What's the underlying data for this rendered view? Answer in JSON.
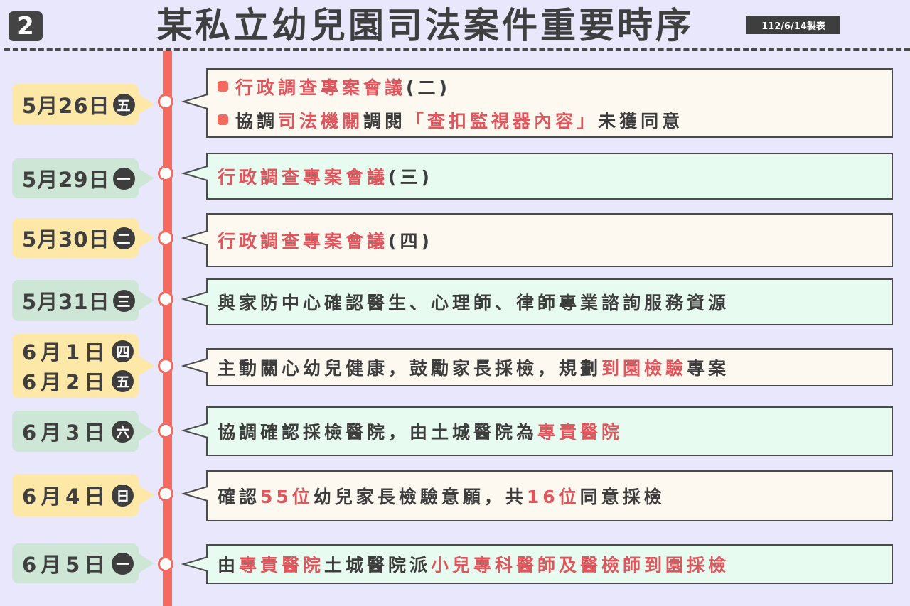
{
  "header": {
    "number": "2",
    "title": "某私立幼兒園司法案件重要時序",
    "date_tag": "112/6/14製表"
  },
  "colors": {
    "accent_red": "#f46a5f",
    "text_red": "#e0565c",
    "pill_yellow": "#fde8a8",
    "pill_green": "#cde6d6"
  },
  "events": [
    {
      "date": "5月26日",
      "dow": "五",
      "lines": [
        [
          {
            "t": "行政調查專案會議",
            "hl": true
          },
          {
            "t": "(二)"
          }
        ],
        [
          {
            "t": "協調"
          },
          {
            "t": "司法機關",
            "hl": true
          },
          {
            "t": "調閱"
          },
          {
            "t": "「查扣監視器內容」",
            "hl": true
          },
          {
            "t": "未獲同意"
          }
        ]
      ]
    },
    {
      "date": "5月29日",
      "dow": "一",
      "lines": [
        [
          {
            "t": "行政調查專案會議",
            "hl": true
          },
          {
            "t": "(三)"
          }
        ]
      ]
    },
    {
      "date": "5月30日",
      "dow": "二",
      "lines": [
        [
          {
            "t": "行政調查專案會議",
            "hl": true
          },
          {
            "t": "(四)"
          }
        ]
      ]
    },
    {
      "date": "5月31日",
      "dow": "三",
      "lines": [
        [
          {
            "t": "與家防中心確認醫生、心理師、律師專業諮詢服務資源"
          }
        ]
      ]
    },
    {
      "date": "6月1日",
      "dow": "四",
      "date2": "6月2日",
      "dow2": "五",
      "lines": [
        [
          {
            "t": "主動關心幼兒健康，鼓勵家長採檢，規劃"
          },
          {
            "t": "到園檢驗",
            "hl": true
          },
          {
            "t": "專案"
          }
        ]
      ]
    },
    {
      "date": "6月3日",
      "dow": "六",
      "lines": [
        [
          {
            "t": "協調確認採檢醫院，由土城醫院為"
          },
          {
            "t": "專責醫院",
            "hl": true
          }
        ]
      ]
    },
    {
      "date": "6月4日",
      "dow": "日",
      "lines": [
        [
          {
            "t": "確認"
          },
          {
            "t": "55位",
            "hl": true
          },
          {
            "t": "幼兒家長檢驗意願，共"
          },
          {
            "t": "16位",
            "hl": true
          },
          {
            "t": "同意採檢"
          }
        ]
      ]
    },
    {
      "date": "6月5日",
      "dow": "一",
      "lines": [
        [
          {
            "t": "由"
          },
          {
            "t": "專責醫院",
            "hl": true
          },
          {
            "t": "土城醫院派"
          },
          {
            "t": "小兒專科醫師及醫檢師到園採檢",
            "hl": true
          }
        ]
      ]
    }
  ]
}
